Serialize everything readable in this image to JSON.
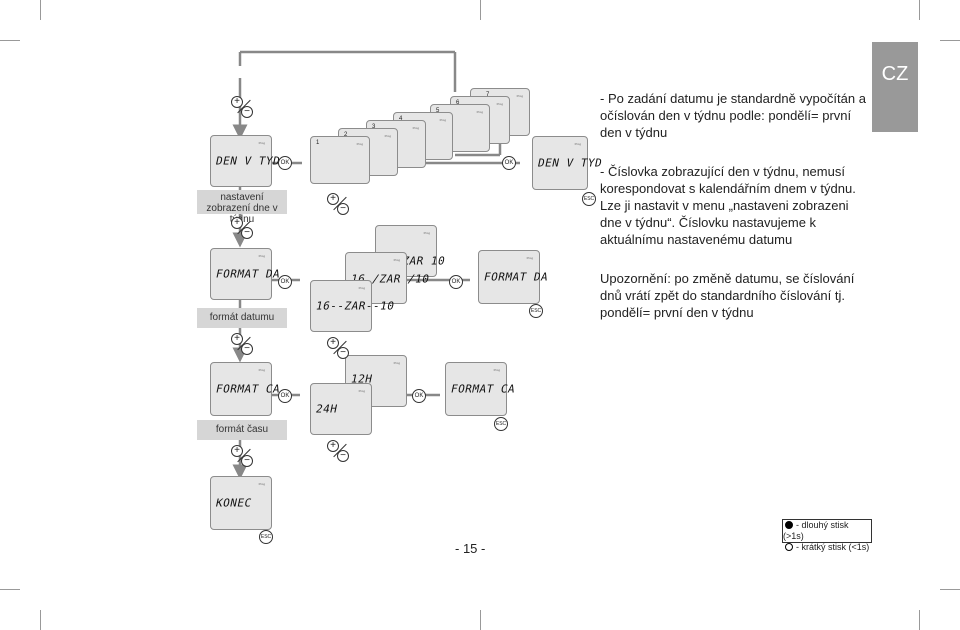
{
  "section_tab": "CZ",
  "page_number": "- 15 -",
  "legend": {
    "long_press": "- dlouhý stisk (>1s)",
    "short_press": "- krátký stisk (<1s)"
  },
  "buttons": {
    "ok": "OK",
    "esc": "ESC",
    "plus": "+",
    "minus": "−"
  },
  "prog_label": "Prog",
  "screens": {
    "den_v_tyd": "DEN V TYD",
    "format_da": "FORMAT DA",
    "format_ca": "FORMAT CA",
    "konec": "KONEC",
    "date_a": "16 ZAR 10",
    "date_b": "16 /ZAR /10",
    "date_c": "16--ZAR--10",
    "time_12": "12H",
    "time_24": "24H"
  },
  "day_stack_numbers": [
    "1",
    "2",
    "3",
    "4",
    "5",
    "6",
    "7"
  ],
  "row_labels": {
    "den_v_tyd": "nastavení zobrazení dne v týdnu",
    "format_da": "formát datumu",
    "format_ca": "formát času"
  },
  "text": {
    "p1": "- Po zadání datumu je standardně vypočítán a očíslován den v týdnu podle: pondělí= první den v týdnu",
    "p2": "- Číslovka zobrazující den v týdnu, nemusí korespondovat s kalendářním dnem v týdnu. Lze ji nastavit v menu „nastaveni zobrazeni dne v týdnu“. Číslovku nastavujeme k aktuálnímu nastavenému datumu",
    "p3": "Upozornění: po změně datumu, se číslování dnů vrátí zpět do standardního číslování tj. pondělí= první den v týdnu"
  }
}
